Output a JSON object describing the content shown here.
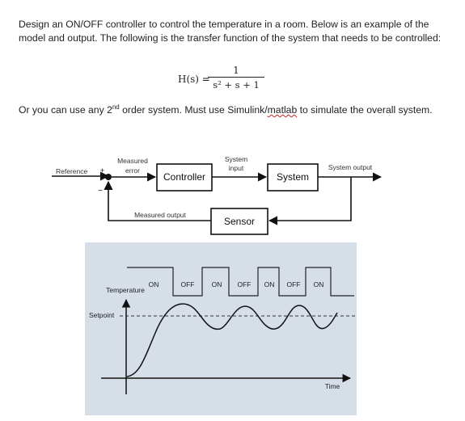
{
  "intro": {
    "line1": "Design an ON/OFF controller to control the temperature in a room. Below is an example of the model and output. The following is the transfer function of the system that needs to be controlled:"
  },
  "formula": {
    "lhs": "H(s) =",
    "numerator": "1",
    "denominator": "s² + s + 1"
  },
  "note": {
    "prefix": "Or you can use any 2",
    "superscript": "nd",
    "middle": " order system. Must use Simulink/",
    "misspelled": "matlab",
    "suffix": " to simulate the overall system."
  },
  "block_diagram": {
    "reference_label": "Reference",
    "plus_sign": "+",
    "minus_sign": "−",
    "measured_error_line1": "Measured",
    "measured_error_line2": "error",
    "controller_label": "Controller",
    "system_input_line1": "System",
    "system_input_line2": "input",
    "system_label": "System",
    "system_output_label": "System output",
    "measured_output_label": "Measured output",
    "sensor_label": "Sensor"
  },
  "onoff_chart": {
    "background_color": "#d6dee8",
    "temperature_label": "Temperature",
    "setpoint_label": "Setpoint",
    "time_label": "Time",
    "states": [
      "ON",
      "OFF",
      "ON",
      "OFF",
      "ON",
      "OFF",
      "ON"
    ]
  }
}
